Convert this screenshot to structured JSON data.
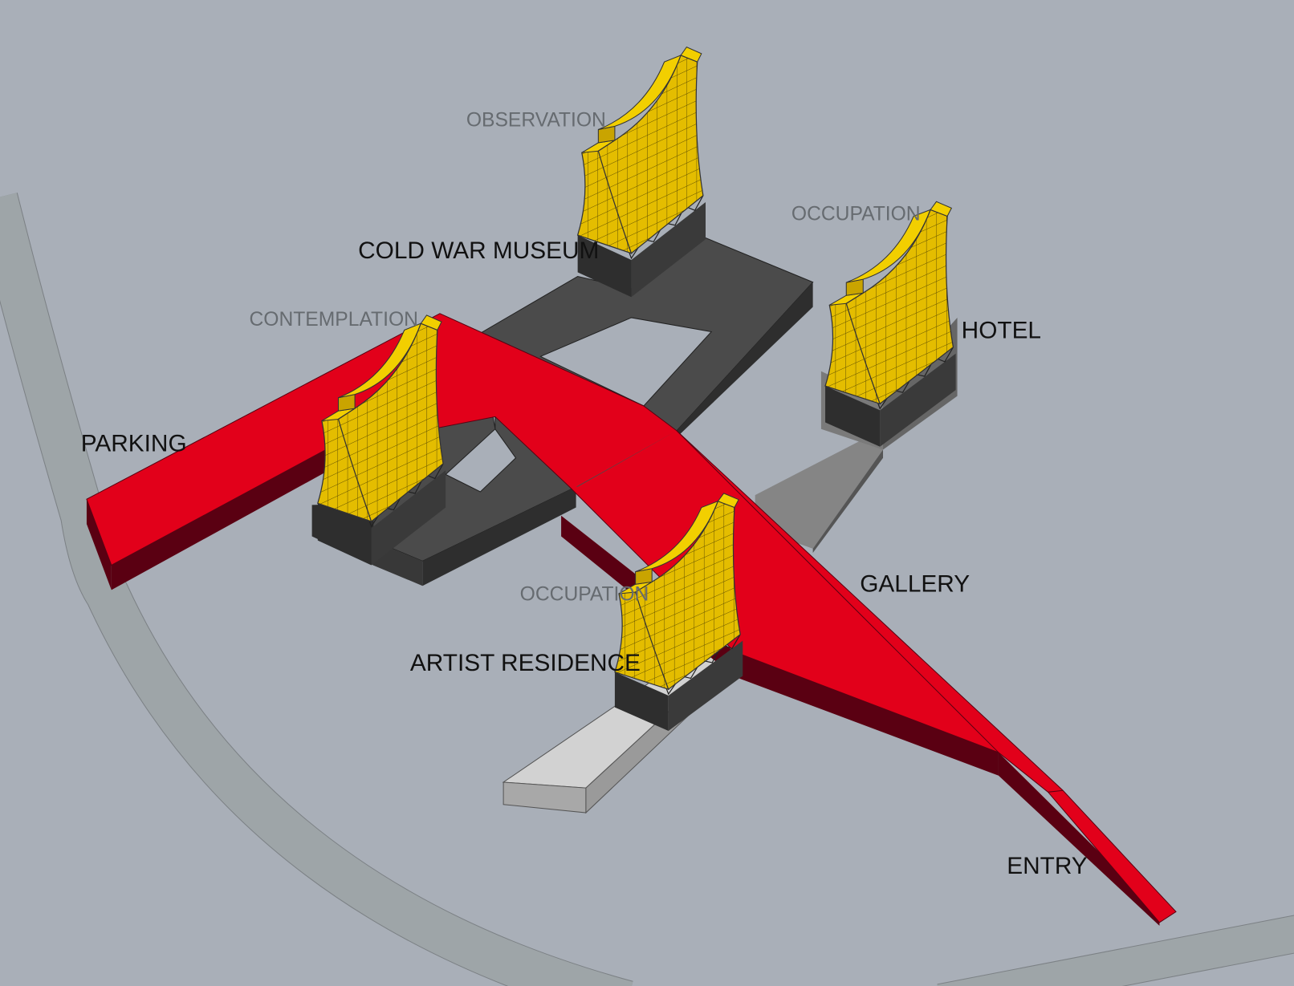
{
  "labels": {
    "observation": "OBSERVATION",
    "cold_war_museum": "COLD WAR MUSEUM",
    "occupation_hotel": "OCCUPATION",
    "hotel": "HOTEL",
    "contemplation": "CONTEMPLATION",
    "parking": "PARKING",
    "gallery": "GALLERY",
    "occupation_residence": "OCCUPATION",
    "artist_residence": "ARTIST RESIDENCE",
    "entry": "ENTRY"
  },
  "colors": {
    "background": "#a9afb8",
    "road": "#9ea5a8",
    "gallery_top": "#e2001a",
    "gallery_side": "#5a0012",
    "museum": "#4b4b4b",
    "hotel": "#7d7d7d",
    "residence": "#d0d0d0",
    "tower": "#e4bd00"
  }
}
